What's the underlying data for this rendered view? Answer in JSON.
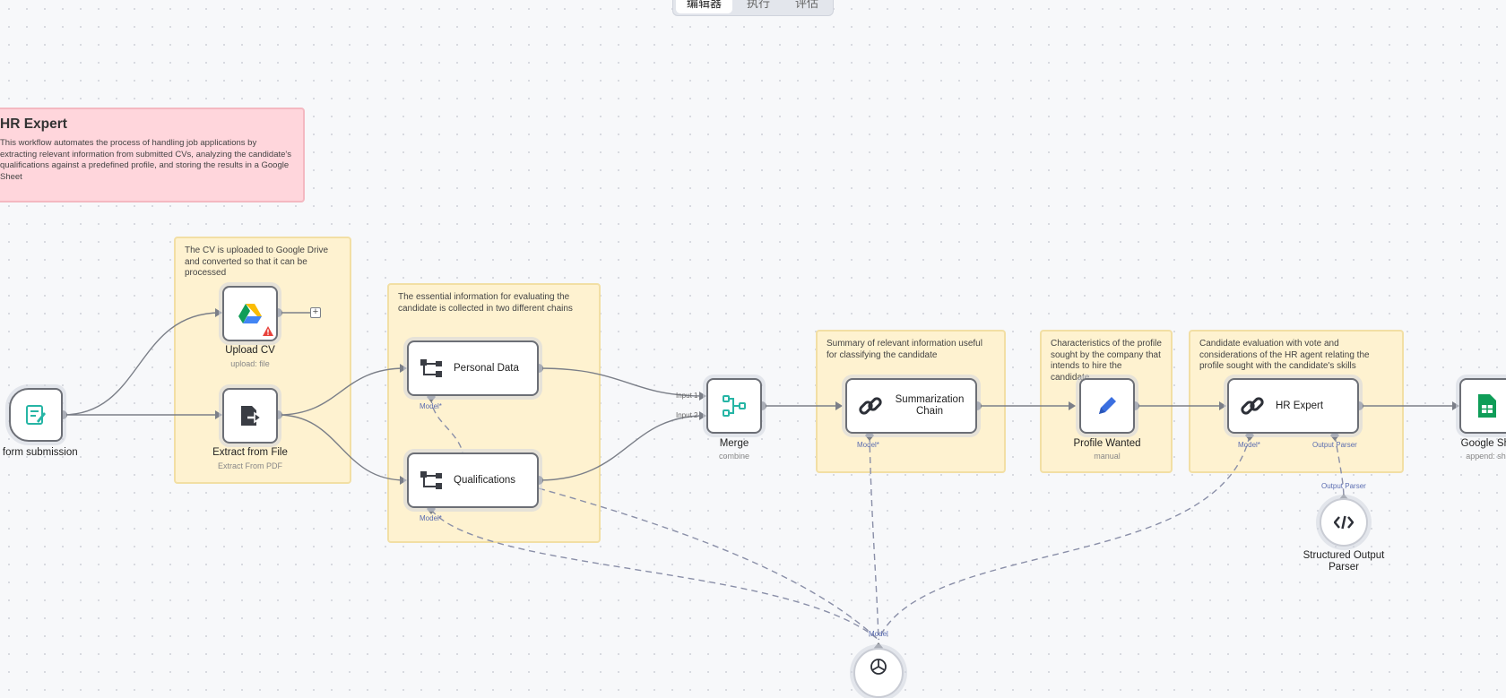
{
  "tabs": [
    {
      "label": "编辑器",
      "active": true
    },
    {
      "label": "执行",
      "active": false
    },
    {
      "label": "评估",
      "active": false
    }
  ],
  "notes": {
    "main_title": "HR Expert",
    "main_desc": "This workflow automates the process of handling job applications by extracting relevant information from submitted CVs, analyzing the candidate's qualifications against a predefined profile, and storing the results in a Google Sheet",
    "upload": "The CV is uploaded to Google Drive and converted so that it can be processed",
    "chains": "The essential information for evaluating the candidate is collected in two different chains",
    "summary": "Summary of relevant information useful for classifying the candidate",
    "profile": "Characteristics of the profile sought by the company that intends to hire the candidate",
    "hr": "Candidate evaluation with vote and considerations of the HR agent relating the profile sought with the candidate's skills"
  },
  "nodes": {
    "form": {
      "label": "n form submission"
    },
    "upload_cv": {
      "label": "Upload CV",
      "sub": "upload: file"
    },
    "extract": {
      "label": "Extract from File",
      "sub": "Extract From PDF"
    },
    "personal": {
      "label": "Personal Data",
      "port": "Model*"
    },
    "qualifications": {
      "label": "Qualifications",
      "port": "Model*"
    },
    "merge": {
      "label": "Merge",
      "sub": "combine",
      "input1": "Input 1",
      "input2": "Input 2"
    },
    "summarization": {
      "label": "Summarization Chain",
      "port": "Model*"
    },
    "profile": {
      "label": "Profile Wanted",
      "sub": "manual"
    },
    "hr_expert": {
      "label": "HR Expert",
      "port_model": "Model*",
      "port_parser": "Output Parser"
    },
    "google_sheets": {
      "label": "Google She",
      "sub": "append: she"
    },
    "parser": {
      "label": "Structured Output Parser",
      "port": "Output Parser"
    },
    "model": {
      "port": "Model"
    }
  },
  "colors": {
    "accent": "#ff6d5a",
    "port": "#5a6cb0",
    "sticky_yellow": "#fef2d0",
    "sticky_pink": "#ffd6dc"
  }
}
